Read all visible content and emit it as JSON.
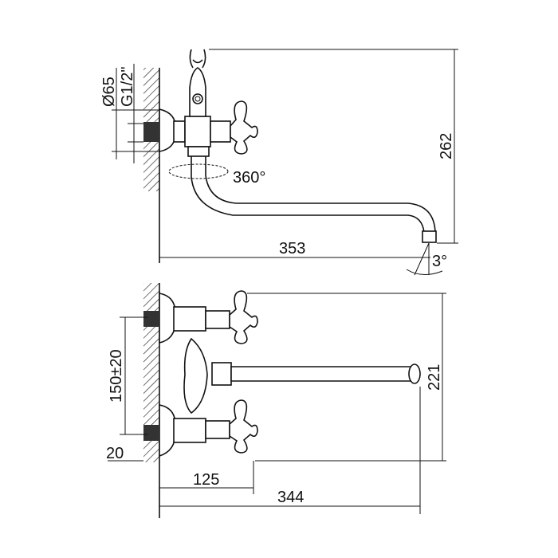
{
  "title": "Wall-mounted faucet dimension drawing",
  "labels": {
    "diameter": "Ø65",
    "thread": "G1/2\"",
    "rotation": "360°",
    "height_top": "262",
    "length_top": "353",
    "angle": "3°",
    "center_distance": "150±20",
    "height_bottom": "221",
    "wall_offset": "20",
    "handle_reach": "125",
    "length_bottom": "344"
  }
}
